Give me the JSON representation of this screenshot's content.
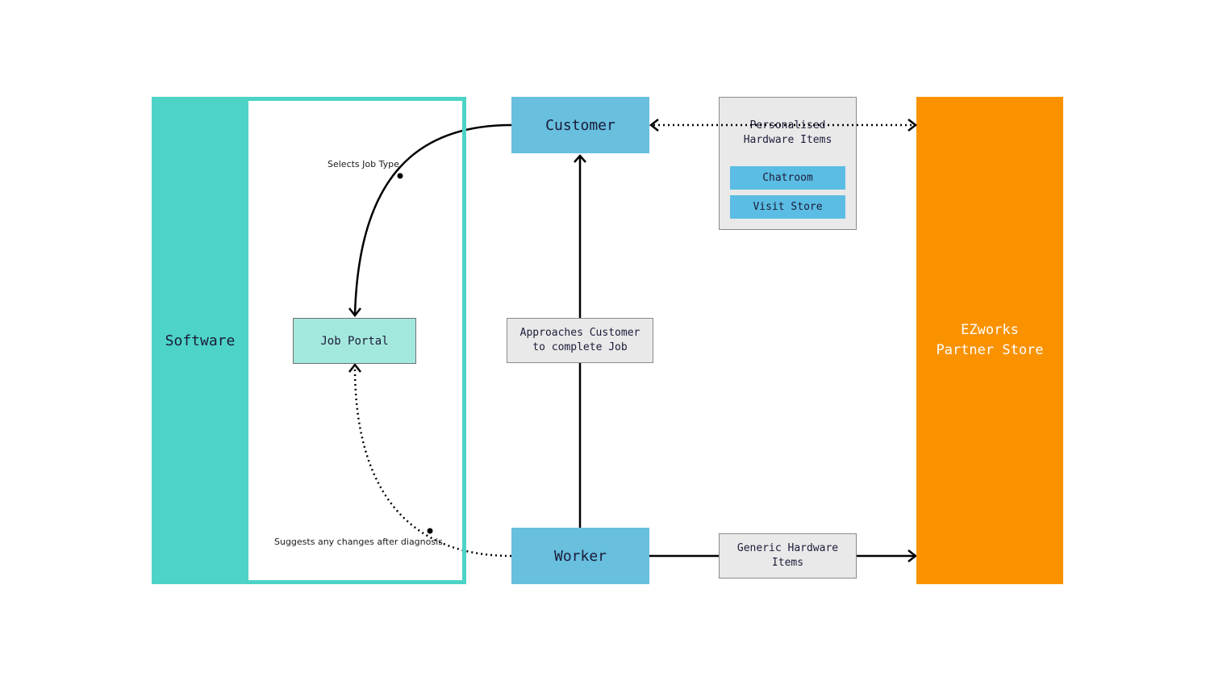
{
  "nodes": {
    "software": "Software",
    "job_portal": "Job Portal",
    "customer": "Customer",
    "worker": "Worker",
    "approach": "Approaches Customer\nto complete Job",
    "personalised": "Personalised\nHardware Items",
    "chatroom": "Chatroom",
    "visit_store": "Visit Store",
    "generic": "Generic Hardware\nItems",
    "partner_store": "EZworks\nPartner Store"
  },
  "edge_labels": {
    "selects_job_type": "Selects Job Type",
    "suggests_changes": "Suggests any changes after diagnosis"
  },
  "colors": {
    "software": "#4dd4c6",
    "job_portal": "#a3e8dc",
    "actor": "#68bfde",
    "button": "#5bbde3",
    "info_box": "#e9e9e9",
    "partner_store": "#fa9200",
    "line": "#000000"
  }
}
